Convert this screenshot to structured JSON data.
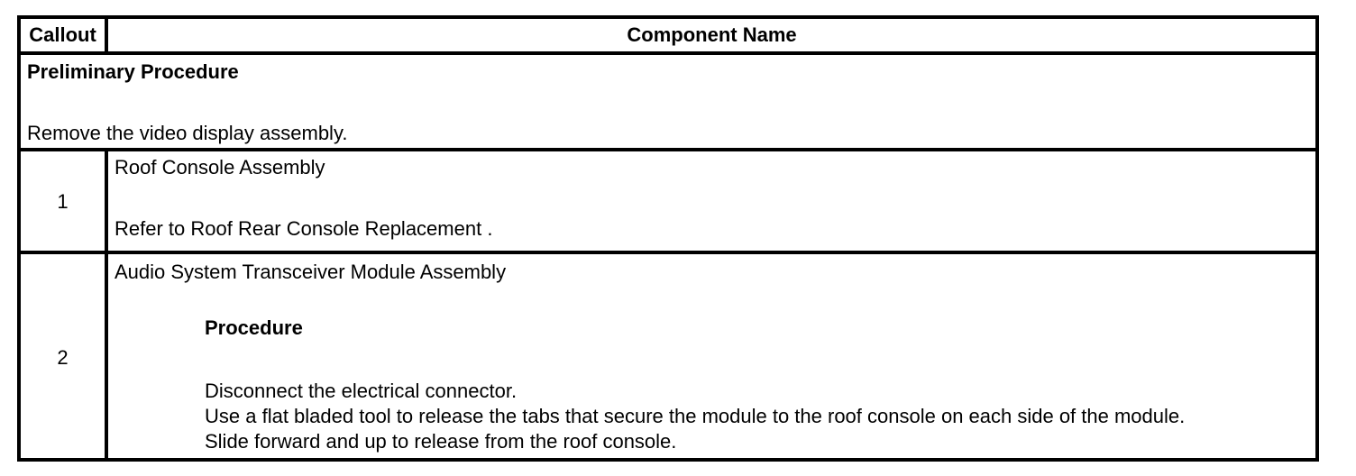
{
  "table": {
    "header": {
      "callout": "Callout",
      "component_name": "Component Name"
    },
    "preliminary": {
      "title": "Preliminary Procedure",
      "text": "Remove the video display assembly."
    },
    "rows": [
      {
        "callout": "1",
        "name": "Roof Console Assembly",
        "refer": "Refer to Roof Rear Console Replacement ."
      },
      {
        "callout": "2",
        "name": "Audio System Transceiver Module Assembly",
        "procedure_label": "Procedure",
        "steps": [
          "Disconnect the electrical connector.",
          "Use a flat bladed tool to release the tabs that secure the module to the roof console on each side of the module.",
          "Slide forward and up to release from the roof console."
        ]
      }
    ]
  },
  "colors": {
    "border": "#000000",
    "text": "#000000",
    "background": "#ffffff"
  }
}
